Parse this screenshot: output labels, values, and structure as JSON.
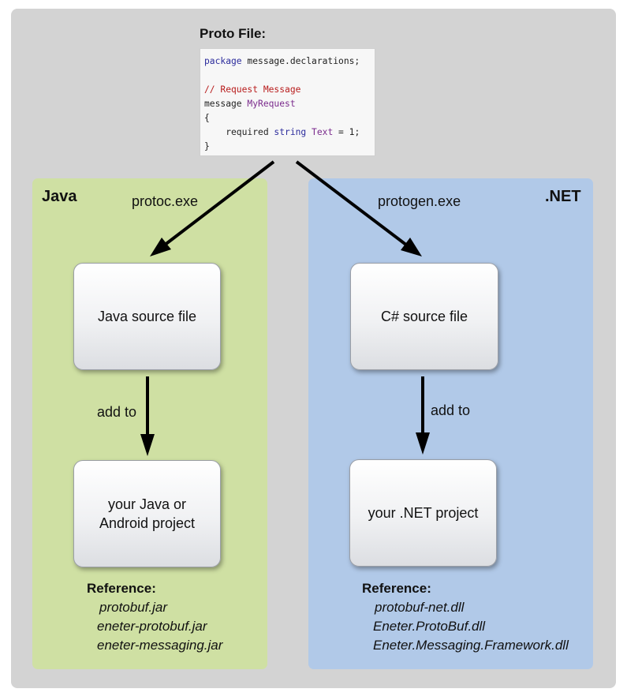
{
  "proto": {
    "title": "Proto File:",
    "code": {
      "l1_kw": "package",
      "l1_rest": " message.declarations;",
      "l2_comment": "// Request Message",
      "l3_kw": "message",
      "l3_name": " MyRequest",
      "l4": "{",
      "l5_indent": "    required ",
      "l5_type": "string",
      "l5_field": " Text",
      "l5_rest": " = 1;",
      "l6": "}"
    }
  },
  "java": {
    "title": "Java",
    "tool": "protoc.exe",
    "source_box": "Java source file",
    "add_to": "add to",
    "project_box_line1": "your Java or",
    "project_box_line2": "Android project",
    "reference_title": "Reference:",
    "references": [
      "protobuf.jar",
      "eneter-protobuf.jar",
      "eneter-messaging.jar"
    ]
  },
  "dotnet": {
    "title": ".NET",
    "tool": "protogen.exe",
    "source_box": "C# source file",
    "add_to": "add to",
    "project_box": "your .NET project",
    "reference_title": "Reference:",
    "references": [
      "protobuf-net.dll",
      "Eneter.ProtoBuf.dll",
      "Eneter.Messaging.Framework.dll"
    ]
  },
  "colors": {
    "background": "#d3d3d3",
    "java_panel": "#cfe0a3",
    "dotnet_panel": "#b1c9e8",
    "arrow": "#000000"
  }
}
